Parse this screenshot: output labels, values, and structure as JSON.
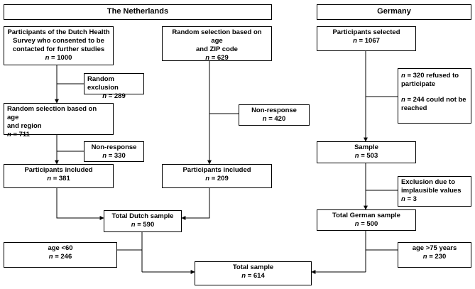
{
  "headers": {
    "netherlands": "The Netherlands",
    "germany": "Germany"
  },
  "boxes": {
    "nl_survey": {
      "line1": "Participants of the Dutch Health",
      "line2": "Survey who consented to be",
      "line3": "contacted for further studies",
      "n_label": "n",
      "n_value": " = 1000"
    },
    "nl_random_exclusion": {
      "line1": "Random exclusion",
      "n_label": "n",
      "n_value": " = 289"
    },
    "nl_random_age_region": {
      "line1": "Random selection based on age",
      "line2": "and region",
      "n_label": "n",
      "n_value": " = 711"
    },
    "nl_nonresponse_1": {
      "line1": "Non-response",
      "n_label": "n",
      "n_value": " = 330"
    },
    "nl_included_1": {
      "line1": "Participants included",
      "n_label": "n",
      "n_value": " = 381"
    },
    "nl_random_age_zip": {
      "line1": "Random selection based on age",
      "line2": "and ZIP code",
      "n_label": "n",
      "n_value": " = 629"
    },
    "nl_nonresponse_2": {
      "line1": "Non-response",
      "n_label": "n",
      "n_value": " = 420"
    },
    "nl_included_2": {
      "line1": "Participants included",
      "n_label": "n",
      "n_value": " = 209"
    },
    "nl_total": {
      "line1": "Total Dutch sample",
      "n_label": "n",
      "n_value": " = 590"
    },
    "nl_age_exclusion": {
      "line1": "age <60",
      "n_label": "n",
      "n_value": " = 246"
    },
    "de_selected": {
      "line1": "Participants selected",
      "n_label": "n",
      "n_value": " = 1067"
    },
    "de_refused": {
      "n1_label": "n",
      "n1_value": " = 320 refused to",
      "line2": "participate",
      "n2_label": "n",
      "n2_value": " = 244 could not be",
      "line4": "reached"
    },
    "de_sample": {
      "line1": "Sample",
      "n_label": "n",
      "n_value": " = 503"
    },
    "de_implausible": {
      "line1": "Exclusion due to",
      "line2": "implausible values",
      "n_label": "n",
      "n_value": " = 3"
    },
    "de_total": {
      "line1": "Total German sample",
      "n_label": "n",
      "n_value": " = 500"
    },
    "de_age_exclusion": {
      "line1": "age >75 years",
      "n_label": "n",
      "n_value": " = 230"
    },
    "total_sample": {
      "line1": "Total sample",
      "n_label": "n",
      "n_value": " = 614"
    }
  }
}
